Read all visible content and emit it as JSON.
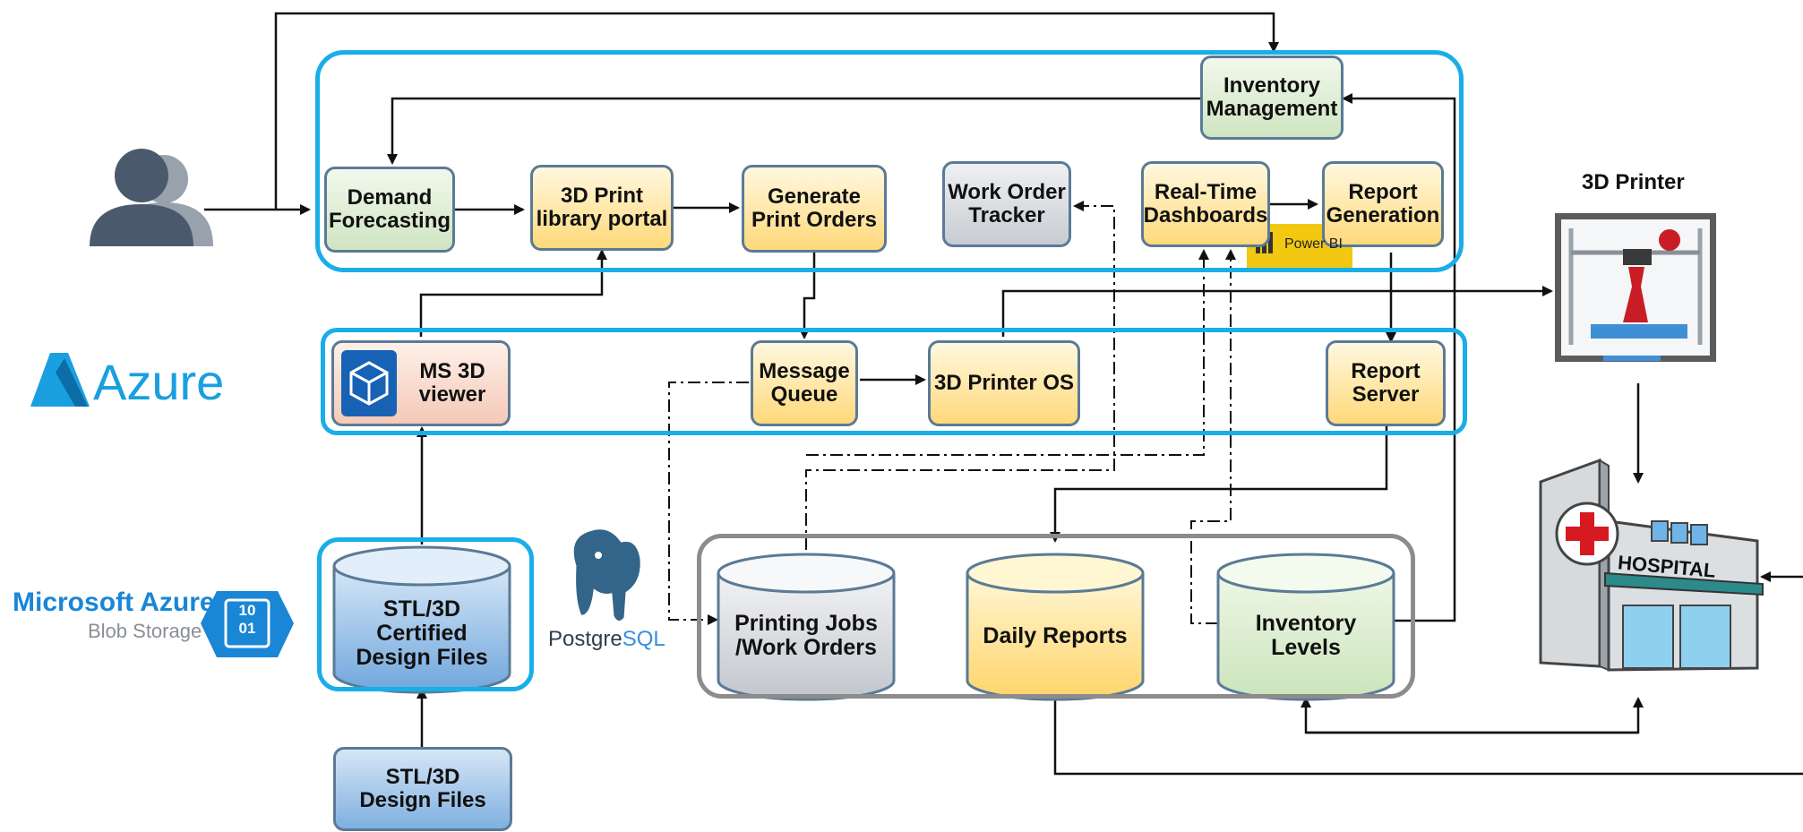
{
  "nodes": {
    "inventory_management": "Inventory\nManagement",
    "demand_forecasting": "Demand\nForecasting",
    "print_library_portal": "3D Print\nlibrary portal",
    "generate_print_orders": "Generate\nPrint Orders",
    "work_order_tracker": "Work Order\nTracker",
    "realtime_dashboards": "Real-Time\nDashboards",
    "report_generation": "Report\nGeneration",
    "ms3d_viewer": "MS 3D\nviewer",
    "message_queue": "Message\nQueue",
    "printer_os": "3D Printer OS",
    "report_server": "Report\nServer",
    "stl_certified": "STL/3D\nCertified\nDesign Files",
    "stl_design": "STL/3D\nDesign Files",
    "printing_jobs": "Printing Jobs\n/Work Orders",
    "daily_reports": "Daily Reports",
    "inventory_levels": "Inventory\nLevels"
  },
  "labels": {
    "power_bi": "Power BI",
    "printer_title": "3D Printer",
    "azure": "Azure",
    "ms_azure": "Microsoft Azure",
    "blob_storage": "Blob Storage",
    "postgres_a": "Postgre",
    "postgres_b": "SQL",
    "hospital": "HOSPITAL",
    "blob_icon_text": "10\n01"
  },
  "colors": {
    "group_border": "#19aee8",
    "db_group_border": "#8c8c8c",
    "azure_blue": "#1a9fe0",
    "power_bi_yellow": "#f2c811",
    "arrow": "#111111"
  },
  "icons": [
    "users-icon",
    "azure-logo-icon",
    "blob-storage-icon",
    "postgresql-elephant-icon",
    "3d-printer-icon",
    "hospital-icon",
    "power-bi-icon",
    "3d-viewer-cube-icon"
  ]
}
